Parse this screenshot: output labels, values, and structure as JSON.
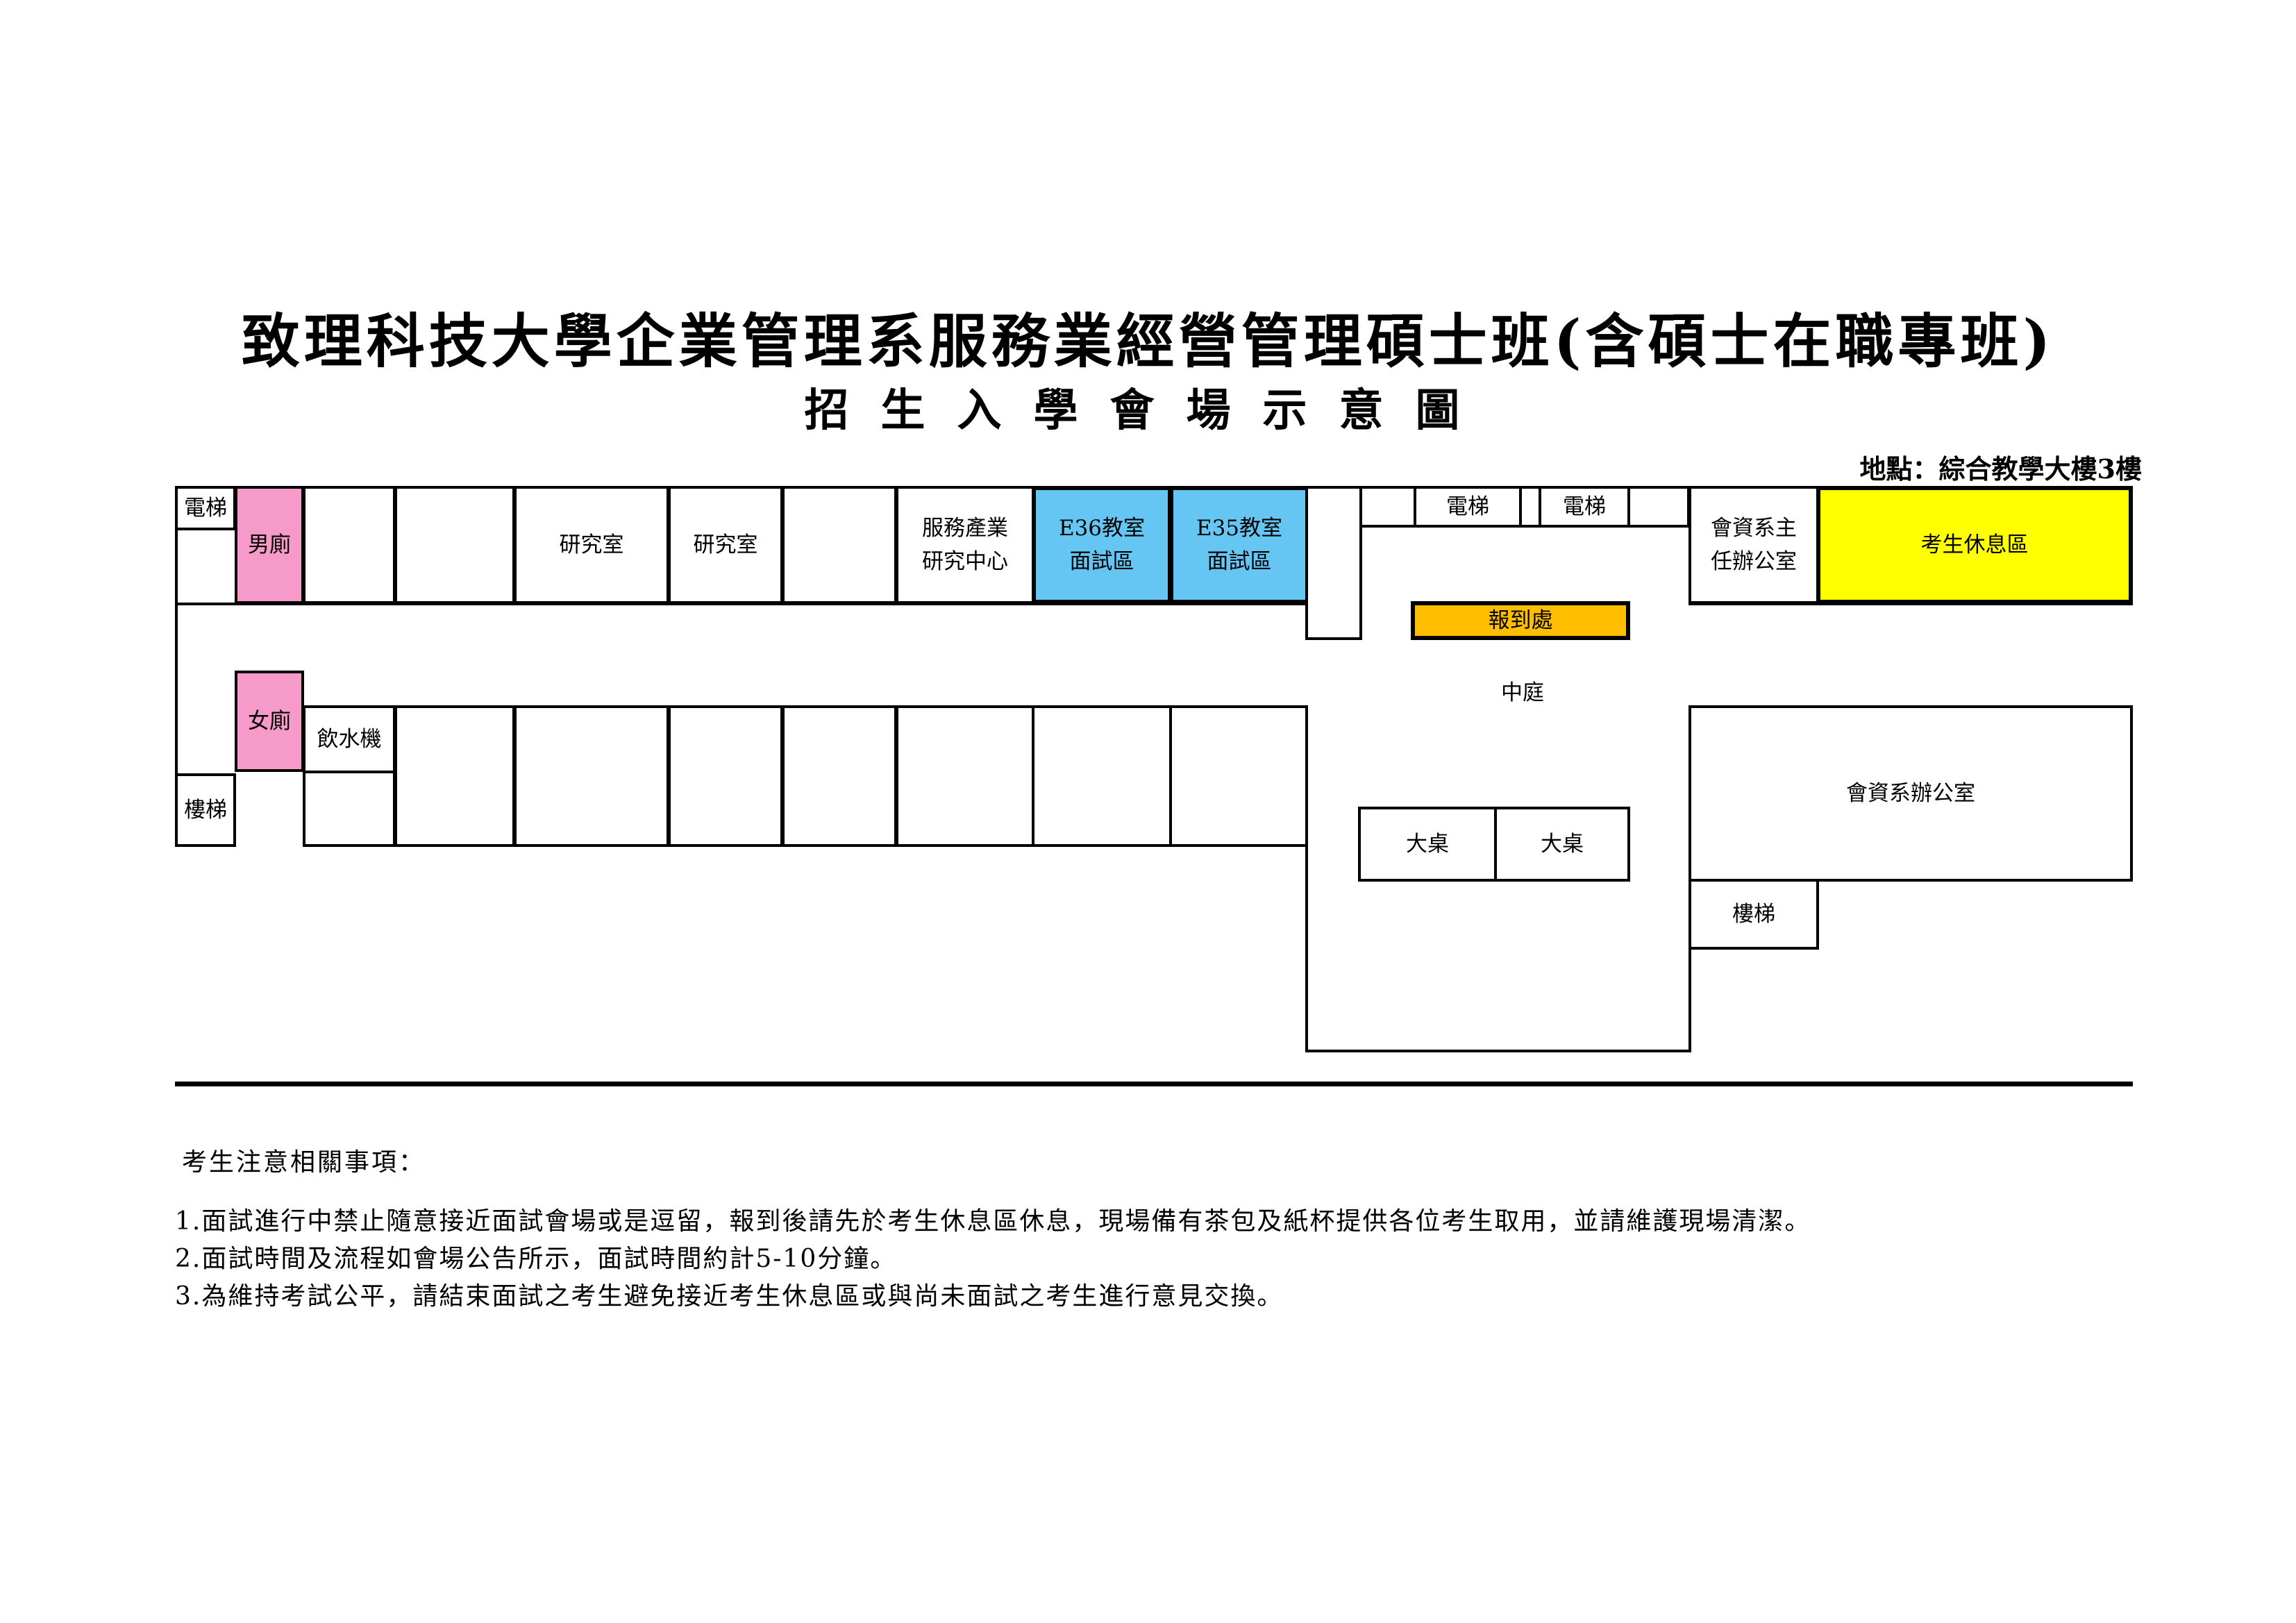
{
  "title": "致理科技大學企業管理系服務業經營管理碩士班(含碩士在職專班)",
  "subtitle": "招生入學會場示意圖",
  "location": "地點：綜合教學大樓3樓",
  "map": {
    "elevator_left": "電梯",
    "mens_restroom": "男廁",
    "research_room_1": "研究室",
    "research_room_2": "研究室",
    "service_industry_center": [
      "服務產業",
      "研究中心"
    ],
    "e36_room": [
      "E36教室",
      "面試區"
    ],
    "e35_room": [
      "E35教室",
      "面試區"
    ],
    "elevator_mid_1": "電梯",
    "elevator_mid_2": "電梯",
    "accounting_chair_office": [
      "會資系主",
      "任辦公室"
    ],
    "waiting_area": "考生休息區",
    "check_in": "報到處",
    "courtyard": "中庭",
    "womens_restroom": "女廁",
    "water_dispenser": "飲水機",
    "stairs_left": "樓梯",
    "big_table_1": "大桌",
    "big_table_2": "大桌",
    "accounting_office": "會資系辦公室",
    "stairs_right": "樓梯"
  },
  "notes": {
    "heading": "考生注意相關事項：",
    "items": [
      "1.面試進行中禁止隨意接近面試會場或是逗留，報到後請先於考生休息區休息，現場備有茶包及紙杯提供各位考生取用，並請維護現場清潔。",
      "2.面試時間及流程如會場公告所示，面試時間約計5-10分鐘。",
      "3.為維持考試公平，請結束面試之考生避免接近考生休息區或與尚未面試之考生進行意見交換。"
    ]
  },
  "colors": {
    "restroom": "#f59ac9",
    "interview_room": "#66c6f3",
    "waiting_area": "#ffff00",
    "check_in": "#ffbf00"
  }
}
